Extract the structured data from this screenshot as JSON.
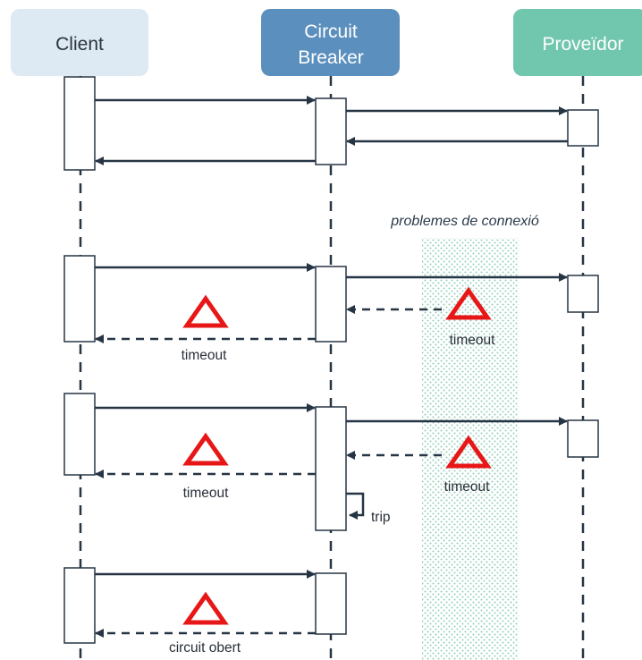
{
  "participants": {
    "client": {
      "label": "Client"
    },
    "breaker": {
      "line1": "Circuit",
      "line2": "Breaker"
    },
    "provider": {
      "label": "Proveïdor"
    }
  },
  "zone": {
    "label": "problemes de connexió"
  },
  "scenario2": {
    "client_timeout": "timeout",
    "provider_timeout": "timeout"
  },
  "scenario3": {
    "client_timeout": "timeout",
    "provider_timeout": "timeout",
    "trip": "trip"
  },
  "scenario4": {
    "status": "circuit obert"
  },
  "colors": {
    "client_header": "#dde9f3",
    "breaker_header": "#5b8fbd",
    "provider_header": "#71c6ae",
    "line": "#263544",
    "warning": "#e81717",
    "zone_dots": "#86c8b0"
  }
}
